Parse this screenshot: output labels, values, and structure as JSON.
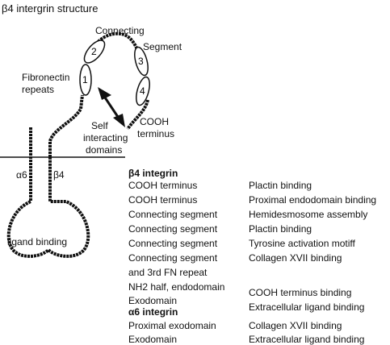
{
  "title": "β4 intergrin structure",
  "diagram": {
    "labels": {
      "connecting": "Connecting",
      "segment": "Segment",
      "fibronectin": "Fibronectin",
      "repeats": "repeats",
      "self": "Self",
      "interacting": "interacting",
      "domains": "domains",
      "cooh": "COOH",
      "terminus": "terminus",
      "alpha6": "α6",
      "beta4": "β4",
      "ligand_binding": "ligand binding"
    },
    "repeat_numbers": [
      "1",
      "2",
      "3",
      "4"
    ]
  },
  "table": {
    "beta4_heading": "β4 integrin",
    "beta4_rows": [
      {
        "domain": "COOH terminus",
        "function": "Plactin binding"
      },
      {
        "domain": "COOH terminus",
        "function": "Proximal endodomain binding"
      },
      {
        "domain": "Connecting segment",
        "function": "Hemidesmosome assembly"
      },
      {
        "domain": "Connecting segment",
        "function": "Plactin binding"
      },
      {
        "domain": "Connecting segment",
        "function": "Tyrosine activation motiff"
      },
      {
        "domain": "Connecting segment",
        "function": "Collagen XVII binding"
      },
      {
        "domain": "and 3rd FN repeat",
        "function": ""
      },
      {
        "domain": "NH2 half, endodomain",
        "function": "COOH terminus binding"
      },
      {
        "domain": "Exodomain",
        "function": "Extracellular ligand binding"
      }
    ],
    "alpha6_heading": "α6 integrin",
    "alpha6_rows": [
      {
        "domain": "Proximal exodomain",
        "function": "Collagen XVII binding"
      },
      {
        "domain": "Exodomain",
        "function": "Extracellular ligand binding"
      }
    ]
  }
}
